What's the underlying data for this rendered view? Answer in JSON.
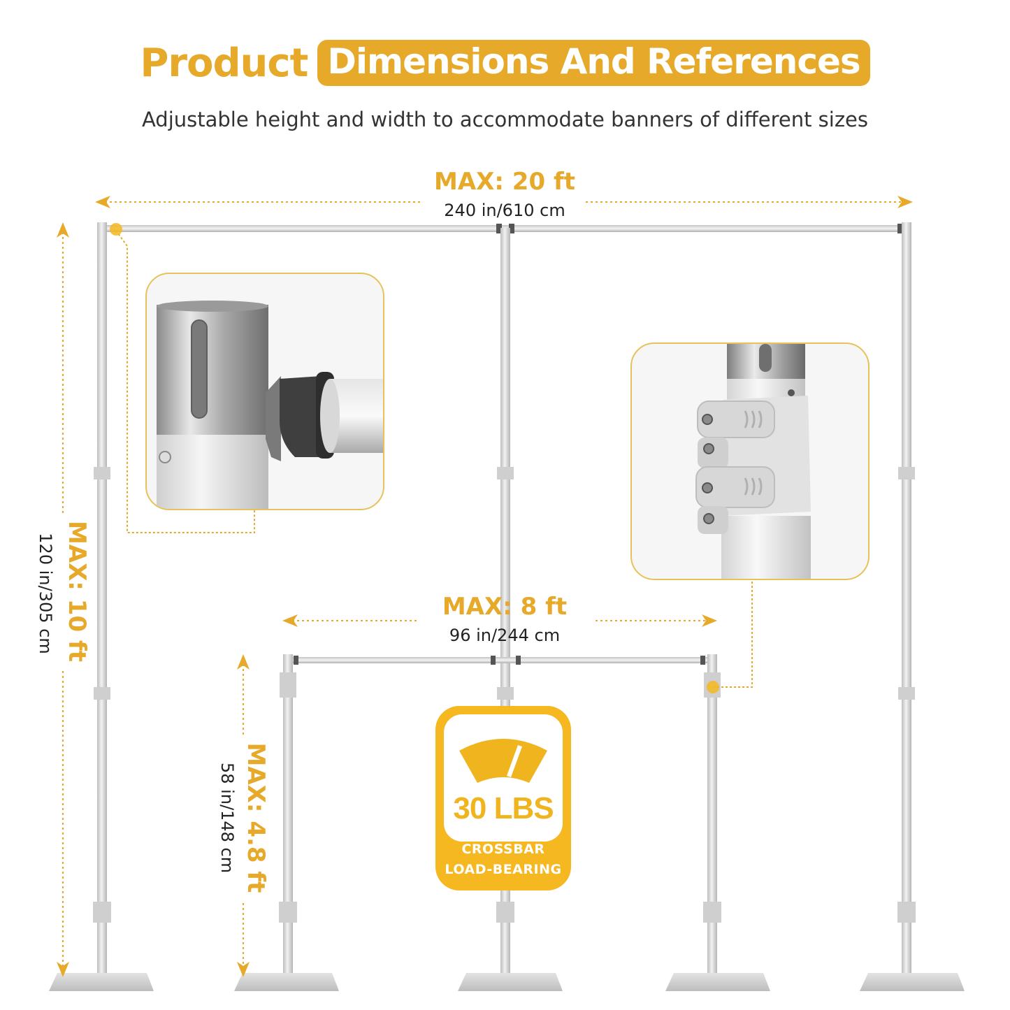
{
  "header": {
    "title_plain": "Product",
    "title_highlight": "Dimensions And References",
    "subtitle": "Adjustable height and width to accommodate banners of different sizes"
  },
  "dimensions": {
    "large_width": {
      "label": "MAX: 20 ft",
      "detail": "240 in/610 cm"
    },
    "large_height": {
      "label": "MAX: 10 ft",
      "detail": "120 in/305 cm"
    },
    "small_width": {
      "label": "MAX: 8 ft",
      "detail": "96 in/244 cm"
    },
    "small_height": {
      "label": "MAX: 4.8 ft",
      "detail": "58 in/148 cm"
    }
  },
  "badge": {
    "value": "30 LBS",
    "line1": "CROSSBAR",
    "line2": "LOAD-BEARING",
    "icon": "weight-scale-icon"
  },
  "insets": {
    "left": "crossbar-connector-closeup",
    "right": "height-clamp-closeup"
  },
  "colors": {
    "accent": "#E6A92A",
    "badge": "#F5B820",
    "pole": "#D9D9D9",
    "text": "#333333"
  }
}
